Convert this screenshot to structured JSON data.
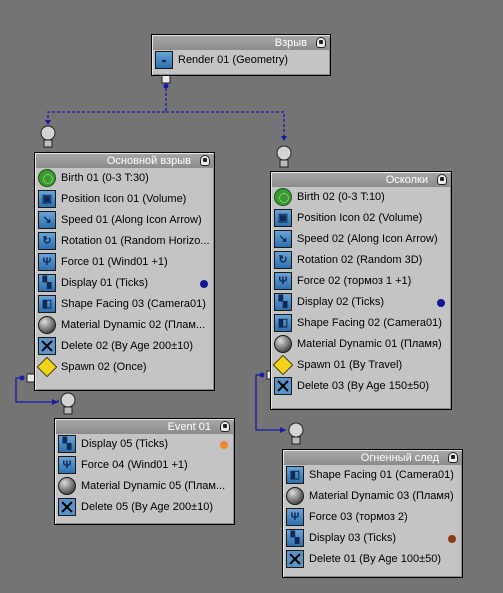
{
  "colors": {
    "background": "#747474",
    "wire": "#1a1aa8",
    "display_dot_blue": "#141496",
    "display_dot_orange": "#f0882a",
    "display_dot_brown": "#8a3a14"
  },
  "nodes": {
    "vzryv": {
      "title": "Взрыв",
      "ops": [
        {
          "label": "Render 01 (Geometry)",
          "icon": "teapot-icon"
        }
      ]
    },
    "osnovnoy": {
      "title": "Основной взрыв",
      "ops": [
        {
          "label": "Birth 01 (0-3 T:30)",
          "icon": "birth-icon"
        },
        {
          "label": "Position Icon 01 (Volume)",
          "icon": "position-icon"
        },
        {
          "label": "Speed 01 (Along Icon Arrow)",
          "icon": "speed-icon"
        },
        {
          "label": "Rotation 01 (Random Horizo...",
          "icon": "rotation-icon"
        },
        {
          "label": "Force 01 (Wind01 +1)",
          "icon": "force-icon"
        },
        {
          "label": "Display 01 (Ticks)",
          "icon": "display-icon"
        },
        {
          "label": "Shape Facing 03 (Camera01)",
          "icon": "shape-facing-icon"
        },
        {
          "label": "Material Dynamic 02 (Плам...",
          "icon": "material-icon"
        },
        {
          "label": "Delete 02 (By Age 200±10)",
          "icon": "delete-icon"
        },
        {
          "label": "Spawn 02 (Once)",
          "icon": "spawn-icon"
        }
      ]
    },
    "oskolki": {
      "title": "Осколки",
      "ops": [
        {
          "label": "Birth 02 (0-3 T:10)",
          "icon": "birth-icon"
        },
        {
          "label": "Position Icon 02 (Volume)",
          "icon": "position-icon"
        },
        {
          "label": "Speed 02 (Along Icon Arrow)",
          "icon": "speed-icon"
        },
        {
          "label": "Rotation 02 (Random 3D)",
          "icon": "rotation-icon"
        },
        {
          "label": "Force 02 (тормоз 1 +1)",
          "icon": "force-icon"
        },
        {
          "label": "Display 02 (Ticks)",
          "icon": "display-icon"
        },
        {
          "label": "Shape Facing 02 (Camera01)",
          "icon": "shape-facing-icon"
        },
        {
          "label": "Material Dynamic 01 (Пламя)",
          "icon": "material-icon"
        },
        {
          "label": "Spawn 01 (By Travel)",
          "icon": "spawn-icon"
        },
        {
          "label": "Delete 03 (By Age 150±50)",
          "icon": "delete-icon"
        }
      ]
    },
    "event01": {
      "title": "Event 01",
      "ops": [
        {
          "label": "Display 05 (Ticks)",
          "icon": "display-icon"
        },
        {
          "label": "Force 04 (Wind01 +1)",
          "icon": "force-icon"
        },
        {
          "label": "Material Dynamic 05 (Плам...",
          "icon": "material-icon"
        },
        {
          "label": "Delete 05 (By Age 200±10)",
          "icon": "delete-icon"
        }
      ]
    },
    "sled": {
      "title": "Огненный след",
      "ops": [
        {
          "label": "Shape Facing 01 (Camera01)",
          "icon": "shape-facing-icon"
        },
        {
          "label": "Material Dynamic 03 (Пламя)",
          "icon": "material-icon"
        },
        {
          "label": "Force 03 (тормоз 2)",
          "icon": "force-icon"
        },
        {
          "label": "Display 03 (Ticks)",
          "icon": "display-icon"
        },
        {
          "label": "Delete 01 (By Age 100±50)",
          "icon": "delete-icon"
        }
      ]
    }
  }
}
